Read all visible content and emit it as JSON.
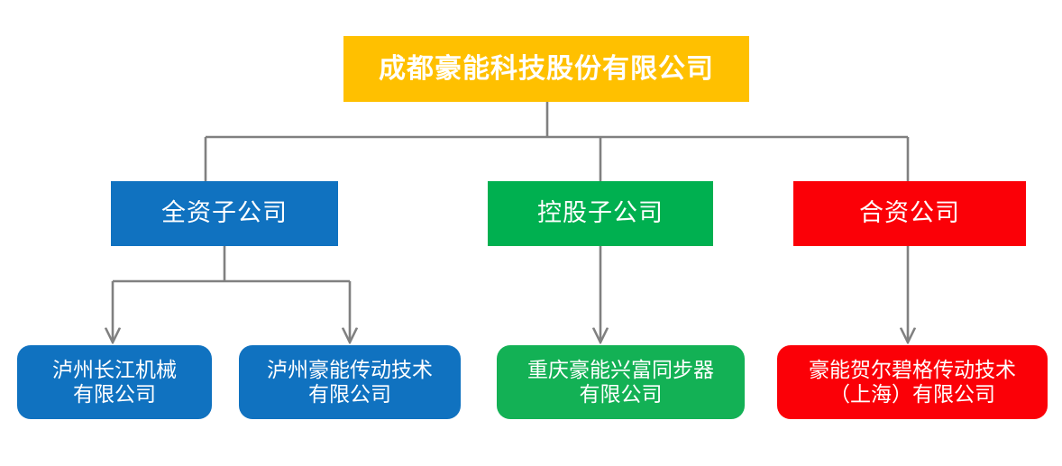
{
  "chart_data": {
    "type": "diagram",
    "diagram_type": "organizational-hierarchy-tree",
    "title": "成都豪能科技股份有限公司组织架构",
    "orientation": "top-down",
    "connector_color": "#808080",
    "connector_style": "orthogonal-elbow-with-arrowheads",
    "levels": 3,
    "nodes": [
      {
        "id": "root",
        "label": "成都豪能科技股份有限公司",
        "level": 0,
        "color": "#ffc000",
        "text_color": "#ffffff",
        "shape": "rectangle",
        "bold": true
      },
      {
        "id": "cat-wholly-owned",
        "label": "全资子公司",
        "level": 1,
        "color": "#1072c0",
        "text_color": "#ffffff",
        "shape": "rectangle",
        "parent": "root"
      },
      {
        "id": "cat-holding",
        "label": "控股子公司",
        "level": 1,
        "color": "#00b050",
        "text_color": "#ffffff",
        "shape": "rectangle",
        "parent": "root"
      },
      {
        "id": "cat-joint-venture",
        "label": "合资公司",
        "level": 1,
        "color": "#fb0007",
        "text_color": "#ffffff",
        "shape": "rectangle",
        "parent": "root"
      },
      {
        "id": "leaf-luzhou-changjiang",
        "label": "泸州长江机械\n有限公司",
        "level": 2,
        "color": "#1072c0",
        "text_color": "#ffffff",
        "shape": "rounded-rectangle",
        "parent": "cat-wholly-owned"
      },
      {
        "id": "leaf-luzhou-haoneng",
        "label": "泸州豪能传动技术\n有限公司",
        "level": 2,
        "color": "#1072c0",
        "text_color": "#ffffff",
        "shape": "rounded-rectangle",
        "parent": "cat-wholly-owned"
      },
      {
        "id": "leaf-chongqing-xingfu",
        "label": "重庆豪能兴富同步器\n有限公司",
        "level": 2,
        "color": "#13b155",
        "text_color": "#ffffff",
        "shape": "rounded-rectangle",
        "parent": "cat-holding"
      },
      {
        "id": "leaf-hoerbiger-shanghai",
        "label": "豪能贺尔碧格传动技术\n（上海）有限公司",
        "level": 2,
        "color": "#fb0007",
        "text_color": "#ffffff",
        "shape": "rounded-rectangle",
        "parent": "cat-joint-venture"
      }
    ],
    "edges": [
      {
        "from": "root",
        "to": "cat-wholly-owned",
        "arrowhead": false
      },
      {
        "from": "root",
        "to": "cat-holding",
        "arrowhead": false
      },
      {
        "from": "root",
        "to": "cat-joint-venture",
        "arrowhead": false
      },
      {
        "from": "cat-wholly-owned",
        "to": "leaf-luzhou-changjiang",
        "arrowhead": true
      },
      {
        "from": "cat-wholly-owned",
        "to": "leaf-luzhou-haoneng",
        "arrowhead": true
      },
      {
        "from": "cat-holding",
        "to": "leaf-chongqing-xingfu",
        "arrowhead": true
      },
      {
        "from": "cat-joint-venture",
        "to": "leaf-hoerbiger-shanghai",
        "arrowhead": true
      }
    ]
  },
  "root": {
    "label": "成都豪能科技股份有限公司"
  },
  "categories": {
    "wholly_owned": "全资子公司",
    "holding": "控股子公司",
    "joint_venture": "合资公司"
  },
  "subsidiaries": {
    "luzhou_changjiang": "泸州长江机械\n有限公司",
    "luzhou_haoneng": "泸州豪能传动技术\n有限公司",
    "chongqing_xingfu": "重庆豪能兴富同步器\n有限公司",
    "hoerbiger_shanghai": "豪能贺尔碧格传动技术\n（上海）有限公司"
  }
}
